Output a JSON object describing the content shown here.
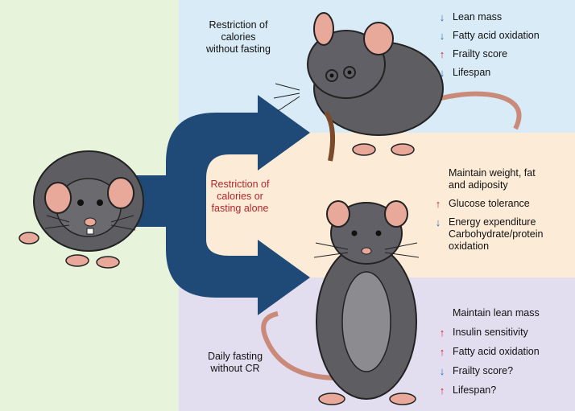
{
  "left_group": {},
  "labels": {
    "top": "Restriction of\ncalories\nwithout fasting",
    "middle": "Restriction of\ncalories or\nfasting alone",
    "bottom": "Daily fasting\nwithout CR"
  },
  "top_effects": [
    {
      "dir": "down",
      "text": "Lean mass"
    },
    {
      "dir": "down",
      "text": "Fatty acid oxidation"
    },
    {
      "dir": "up",
      "text": "Frailty score"
    },
    {
      "dir": "down",
      "text": "Lifespan"
    }
  ],
  "middle_effects": [
    {
      "dir": "none",
      "text": "Maintain weight, fat\nand adiposity"
    },
    {
      "dir": "up",
      "text": "Glucose tolerance"
    },
    {
      "dir": "down",
      "text": "Energy expenditure\nCarbohydrate/protein\noxidation"
    }
  ],
  "bottom_effects": [
    {
      "dir": "none",
      "text": "Maintain lean mass"
    },
    {
      "dir": "up",
      "text": "Insulin sensitivity"
    },
    {
      "dir": "up",
      "text": "Fatty acid oxidation"
    },
    {
      "dir": "down",
      "text": "Frailty score?"
    },
    {
      "dir": "up",
      "text": "Lifespan?"
    }
  ],
  "icons": {
    "up": "↑",
    "down": "↓"
  },
  "colors": {
    "left_bg": "#e8f3dc",
    "top_bg": "#d9ebf6",
    "middle_bg": "#fcebd6",
    "bottom_bg": "#e2def0",
    "arrow": "#1f4a78",
    "up_arrow": "#d2232a",
    "down_arrow": "#2d6db5",
    "label_red": "#b3262d"
  }
}
